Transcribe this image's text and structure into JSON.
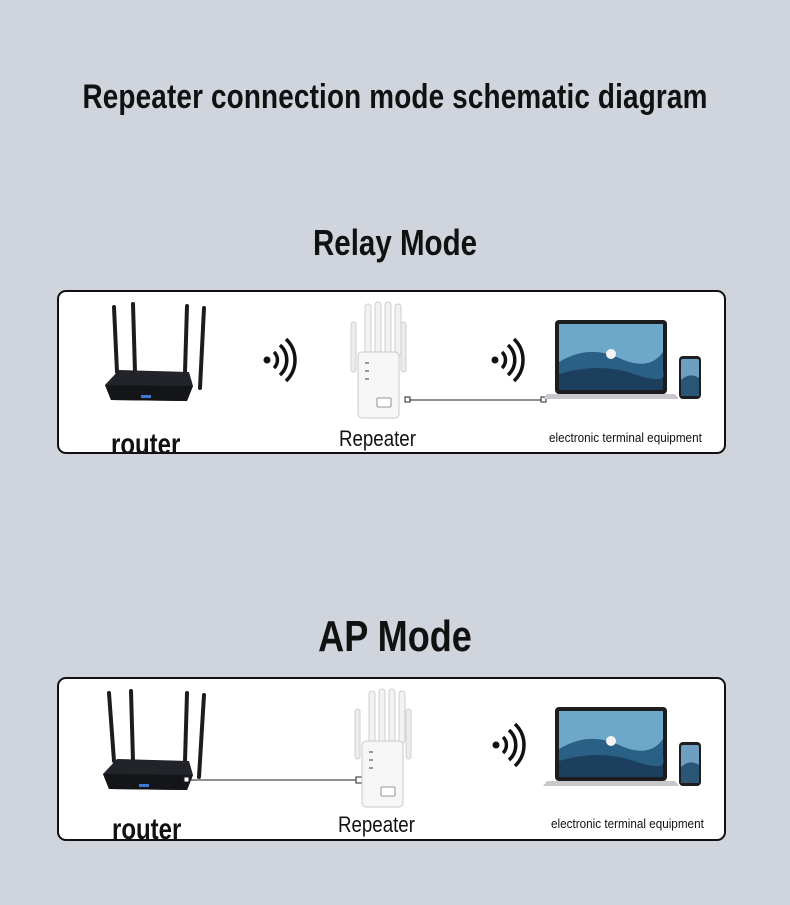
{
  "title": "Repeater connection mode schematic diagram",
  "relay": {
    "title": "Relay Mode",
    "router_label": "router",
    "repeater_label": "Repeater",
    "device_label": "electronic terminal equipment"
  },
  "ap": {
    "title": "AP Mode",
    "router_label": "router",
    "repeater_label": "Repeater",
    "device_label": "electronic terminal equipment"
  },
  "icons": [
    "router-icon",
    "wifi-signal-icon",
    "repeater-icon",
    "laptop-icon",
    "phone-icon"
  ],
  "colors": {
    "background": "#d0d4dc",
    "panel": "#ffffff",
    "router": "#1f2125",
    "wave": "#1e4a6a"
  }
}
